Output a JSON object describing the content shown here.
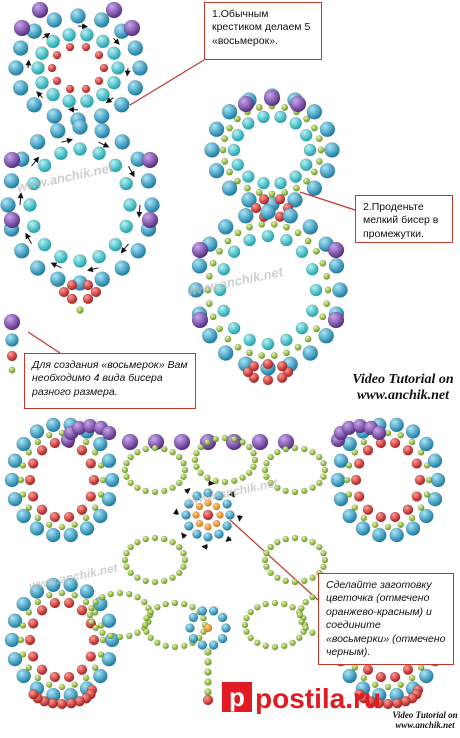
{
  "callouts": {
    "step1": "1.Обычным крестиком делаем 5 «восьмерок».",
    "step2": "2.Проденьте мелкий бисер в промежутки.",
    "bead_note": "Для создания «восьмерок» Вам необходимо 4 вида бисера разного размера.",
    "assembly": "Сделайте заготовку цветочка (отмечено оранжево-красным) и соедините «восьмерки» (отмечено черным)."
  },
  "video_labels": {
    "main": "Video Tutorial on www.anchik.net",
    "footer": "Video Tutorial on www.anchik.net"
  },
  "watermarks": {
    "diagram": "www.anchik.net",
    "logo": "postila.ru"
  },
  "colors": {
    "purple_bead": "#7b4aa6",
    "blue_bead": "#2e9ec8",
    "cyan_bead": "#3fc6d0",
    "red_bead": "#d8322e",
    "green_bead": "#9ccc3a",
    "callout_border": "#c0392b",
    "logo_red": "#e11b22"
  },
  "bead_legend": [
    {
      "icon": "purple-bead-icon"
    },
    {
      "icon": "blue-bead-icon"
    },
    {
      "icon": "red-bead-icon"
    },
    {
      "icon": "green-bead-icon"
    }
  ]
}
